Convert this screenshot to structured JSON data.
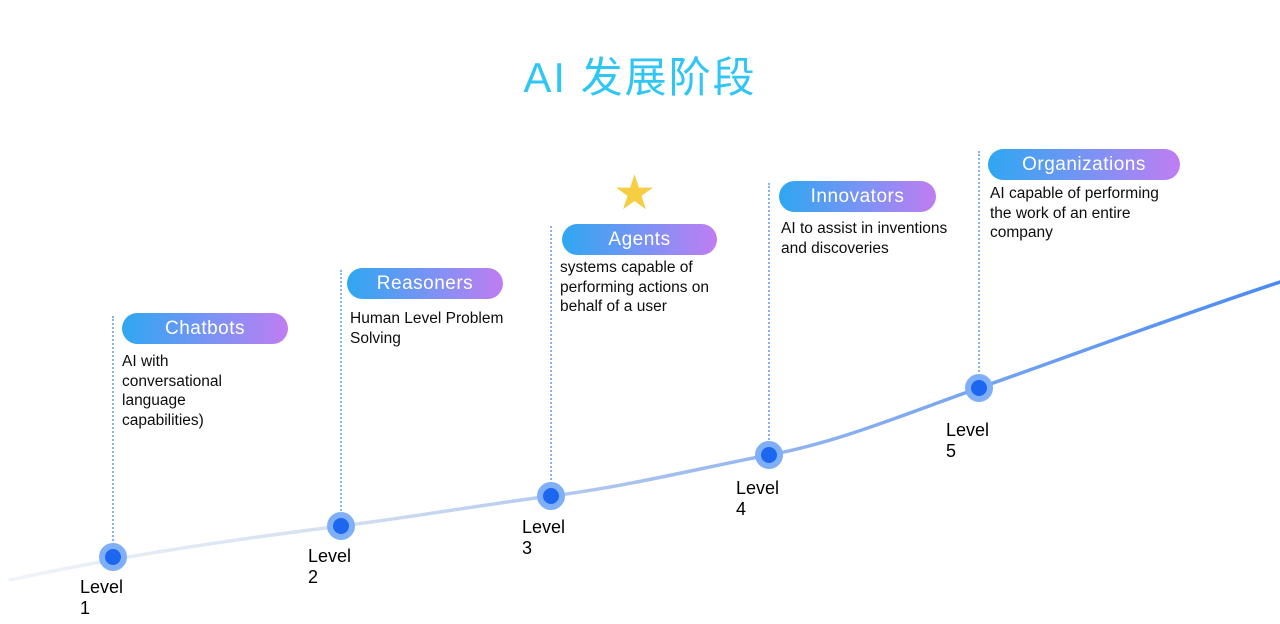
{
  "title": "AI 发展阶段",
  "star_icon": "★",
  "colors": {
    "title": "#2fc6f6",
    "pill_gradient_start": "#2fa7f1",
    "pill_gradient_end": "#c07df2",
    "curve_blue": "#4a8af5",
    "curve_light": "#eef3fa",
    "dot_fill": "#1d67f0",
    "dot_ring": "#7fb0f7",
    "dotted_line": "#86b4e9",
    "star": "#f6ce44"
  },
  "stages": [
    {
      "label": "Chatbots",
      "description": "AI with conversational language capabilities)",
      "level": "Level 1"
    },
    {
      "label": "Reasoners",
      "description": "Human Level Problem Solving",
      "level": "Level 2"
    },
    {
      "label": "Agents",
      "description": "systems capable of performing actions on behalf of a user",
      "level": "Level 3"
    },
    {
      "label": "Innovators",
      "description": "AI to assist in inventions and discoveries",
      "level": "Level 4"
    },
    {
      "label": "Organizations",
      "description": "AI capable of performing the work of an entire company",
      "level": "Level 5"
    }
  ]
}
